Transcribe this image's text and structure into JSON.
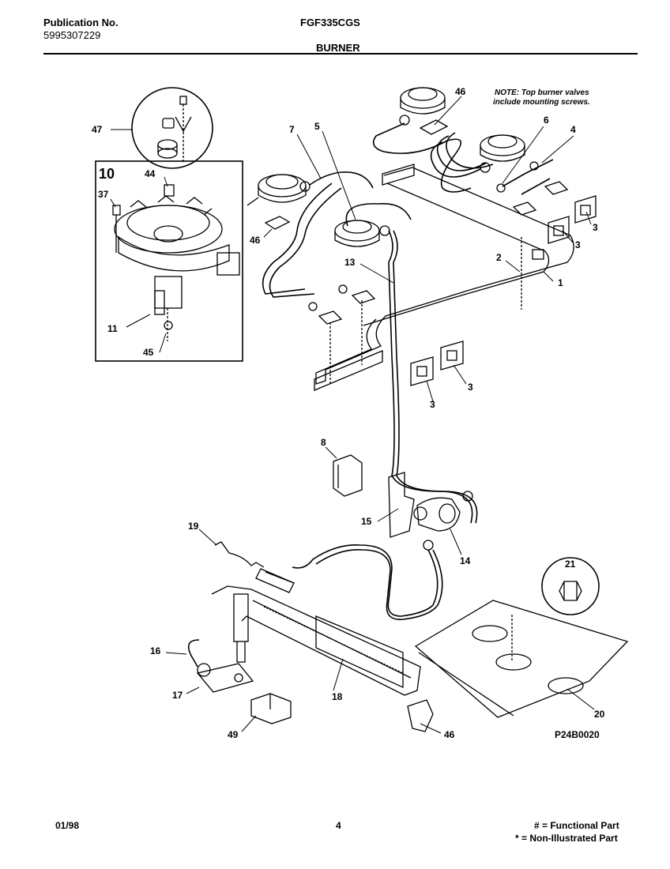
{
  "header": {
    "publication_label": "Publication No.",
    "publication_number": "5995307229",
    "model": "FGF335CGS",
    "section": "BURNER"
  },
  "note": {
    "line1": "NOTE: Top burner valves",
    "line2": "include mounting screws."
  },
  "callouts": {
    "c47": "47",
    "c10": "10",
    "c44": "44",
    "c37": "37",
    "c11": "11",
    "c45": "45",
    "c7": "7",
    "c5": "5",
    "c46_top": "46",
    "c46_mid": "46",
    "c46_bot": "46",
    "c6": "6",
    "c4": "4",
    "c3_a": "3",
    "c3_b": "3",
    "c3_c": "3",
    "c3_d": "3",
    "c2": "2",
    "c1": "1",
    "c13": "13",
    "c8": "8",
    "c15": "15",
    "c14": "14",
    "c19": "19",
    "c21": "21",
    "c16": "16",
    "c17": "17",
    "c18": "18",
    "c49": "49",
    "c20": "20"
  },
  "diagram_code": "P24B0020",
  "footer": {
    "date": "01/98",
    "page": "4",
    "legend_functional": "# = Functional Part",
    "legend_non_illustrated": "* = Non-Illustrated Part"
  }
}
